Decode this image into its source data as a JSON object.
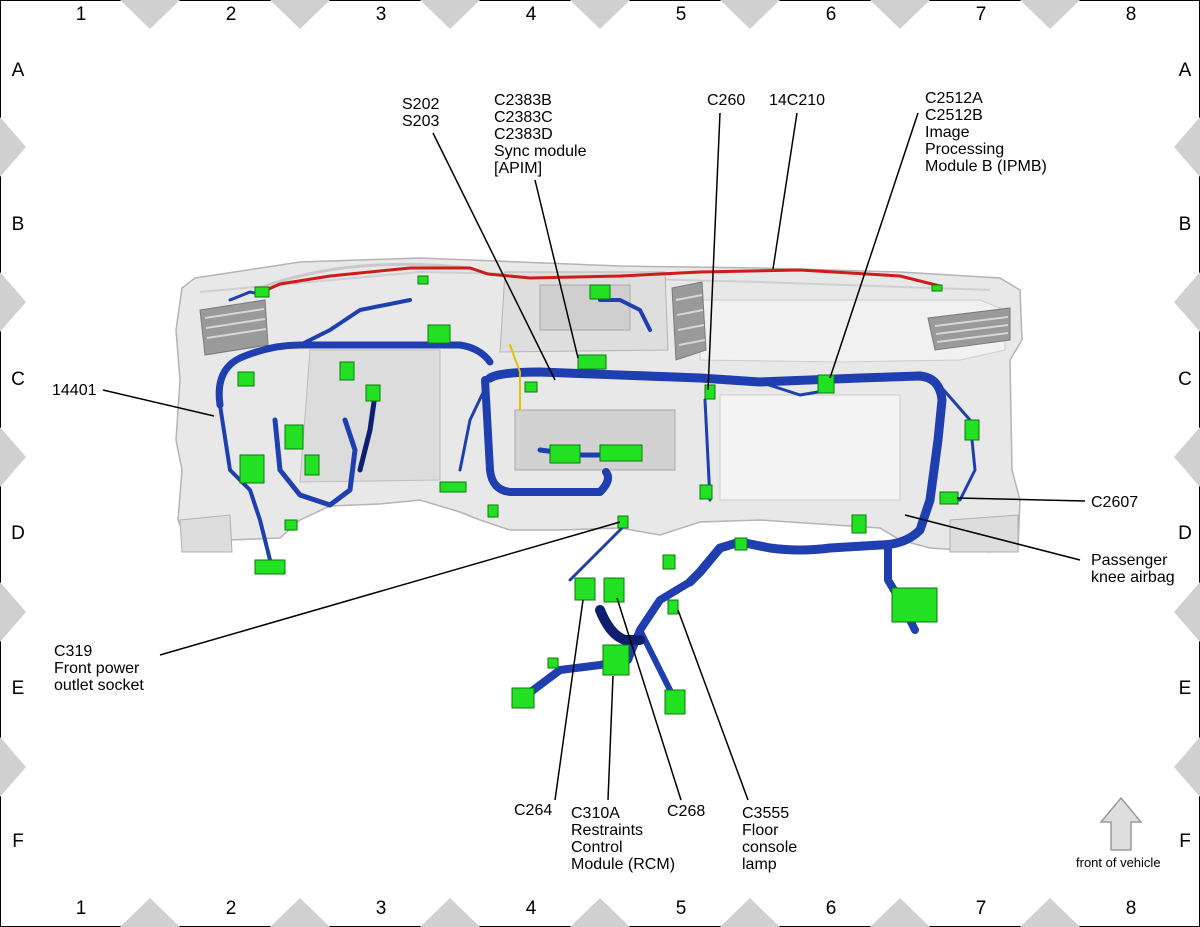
{
  "grid": {
    "columns": [
      "1",
      "2",
      "3",
      "4",
      "5",
      "6",
      "7",
      "8"
    ],
    "rows": [
      "A",
      "B",
      "C",
      "D",
      "E",
      "F"
    ]
  },
  "callouts": {
    "s202": "S202\nS203",
    "c2383": "C2383B\nC2383C\nC2383D\nSync module\n[APIM]",
    "c260": "C260",
    "c14c210": "14C210",
    "c2512": "C2512A\nC2512B\nImage\nProcessing\nModule B (IPMB)",
    "c14401": "14401",
    "c2607": "C2607",
    "passenger_knee": "Passenger\nknee airbag",
    "c319": "C319\nFront power\noutlet socket",
    "c264": "C264",
    "c310a": "C310A\nRestraints\nControl\nModule (RCM)",
    "c268": "C268",
    "c3555": "C3555\nFloor\nconsole\nlamp"
  },
  "orientation": {
    "label": "front of vehicle",
    "icon": "arrow-up-icon"
  },
  "colors": {
    "harness": "#1f3fb0",
    "harness_dark": "#0d1f6e",
    "connector": "#22e022",
    "red_wire": "#d11a1a",
    "dash_panel": "#e6e6e6",
    "frame_triangles": "#d0d0d0"
  }
}
